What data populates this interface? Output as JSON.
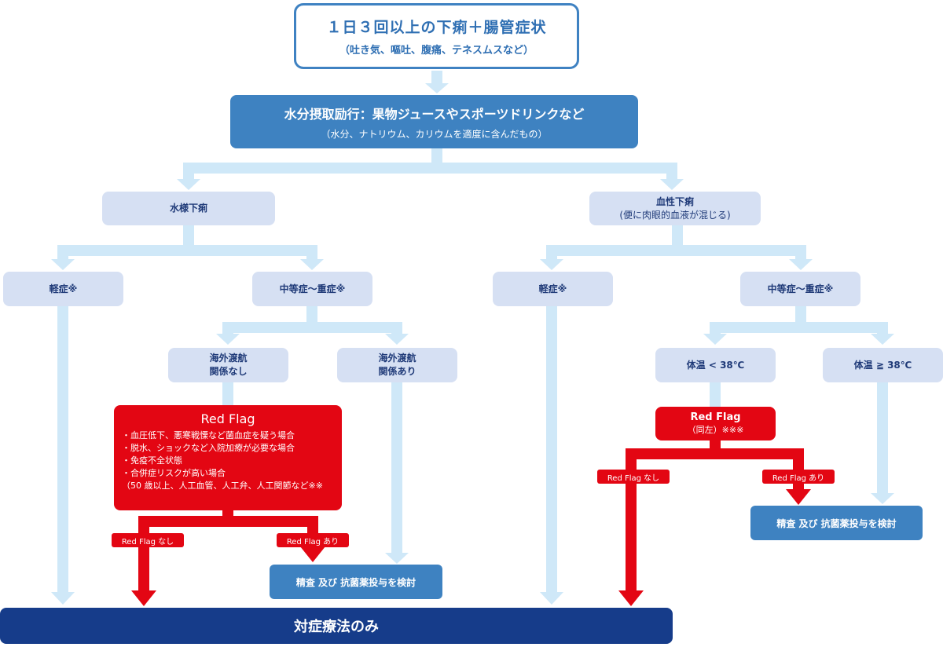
{
  "nodes": {
    "top": {
      "title": "１日３回以上の下痢＋腸管症状",
      "sub": "（吐き気、嘔吐、腹痛、テネスムスなど）"
    },
    "hydration": {
      "title": "水分摂取励行：果物ジュースやスポーツドリンクなど",
      "sub": "（水分、ナトリウム、カリウムを適度に含んだもの）"
    },
    "watery": {
      "title": "水様下痢"
    },
    "bloody": {
      "title": "血性下痢",
      "sub": "(便に肉眼的血液が混じる)"
    },
    "mild_left": {
      "title": "軽症※"
    },
    "severe_left": {
      "title": "中等症〜重症※"
    },
    "mild_right": {
      "title": "軽症※"
    },
    "severe_right": {
      "title": "中等症〜重症※"
    },
    "travel_no": {
      "line1": "海外渡航",
      "line2": "関係なし"
    },
    "travel_yes": {
      "line1": "海外渡航",
      "line2": "関係あり"
    },
    "temp_low": {
      "title": "体温 < 38℃"
    },
    "temp_high": {
      "title": "体温 ≧ 38℃"
    },
    "redflag_left": {
      "title": "Red Flag",
      "items": [
        "・血圧低下、悪寒戦慄など菌血症を疑う場合",
        "・脱水、ショックなど入院加療が必要な場合",
        "・免疫不全状態",
        "・合併症リスクが高い場合",
        "（50 歳以上、人工血管、人工弁、人工関節など※※"
      ]
    },
    "redflag_right": {
      "title": "Red Flag",
      "sub": "（同左）※※※"
    },
    "exam_left": {
      "title": "精査 及び 抗菌薬投与を検討"
    },
    "exam_right": {
      "title": "精査 及び 抗菌薬投与を検討"
    },
    "symptomatic": {
      "title": "対症療法のみ"
    }
  },
  "tags": {
    "rf_none_left": "Red Flag なし",
    "rf_yes_left": "Red Flag あり",
    "rf_none_right": "Red Flag なし",
    "rf_yes_right": "Red Flag あり"
  },
  "colors": {
    "top_border": "#3f82c2",
    "top_text": "#2f6fb3",
    "mid_box": "#3e82c1",
    "light_box": "#d6e0f3",
    "light_text": "#1f3a78",
    "connector": "#cfe8f8",
    "red": "#e30613",
    "navy": "#163c8a"
  }
}
